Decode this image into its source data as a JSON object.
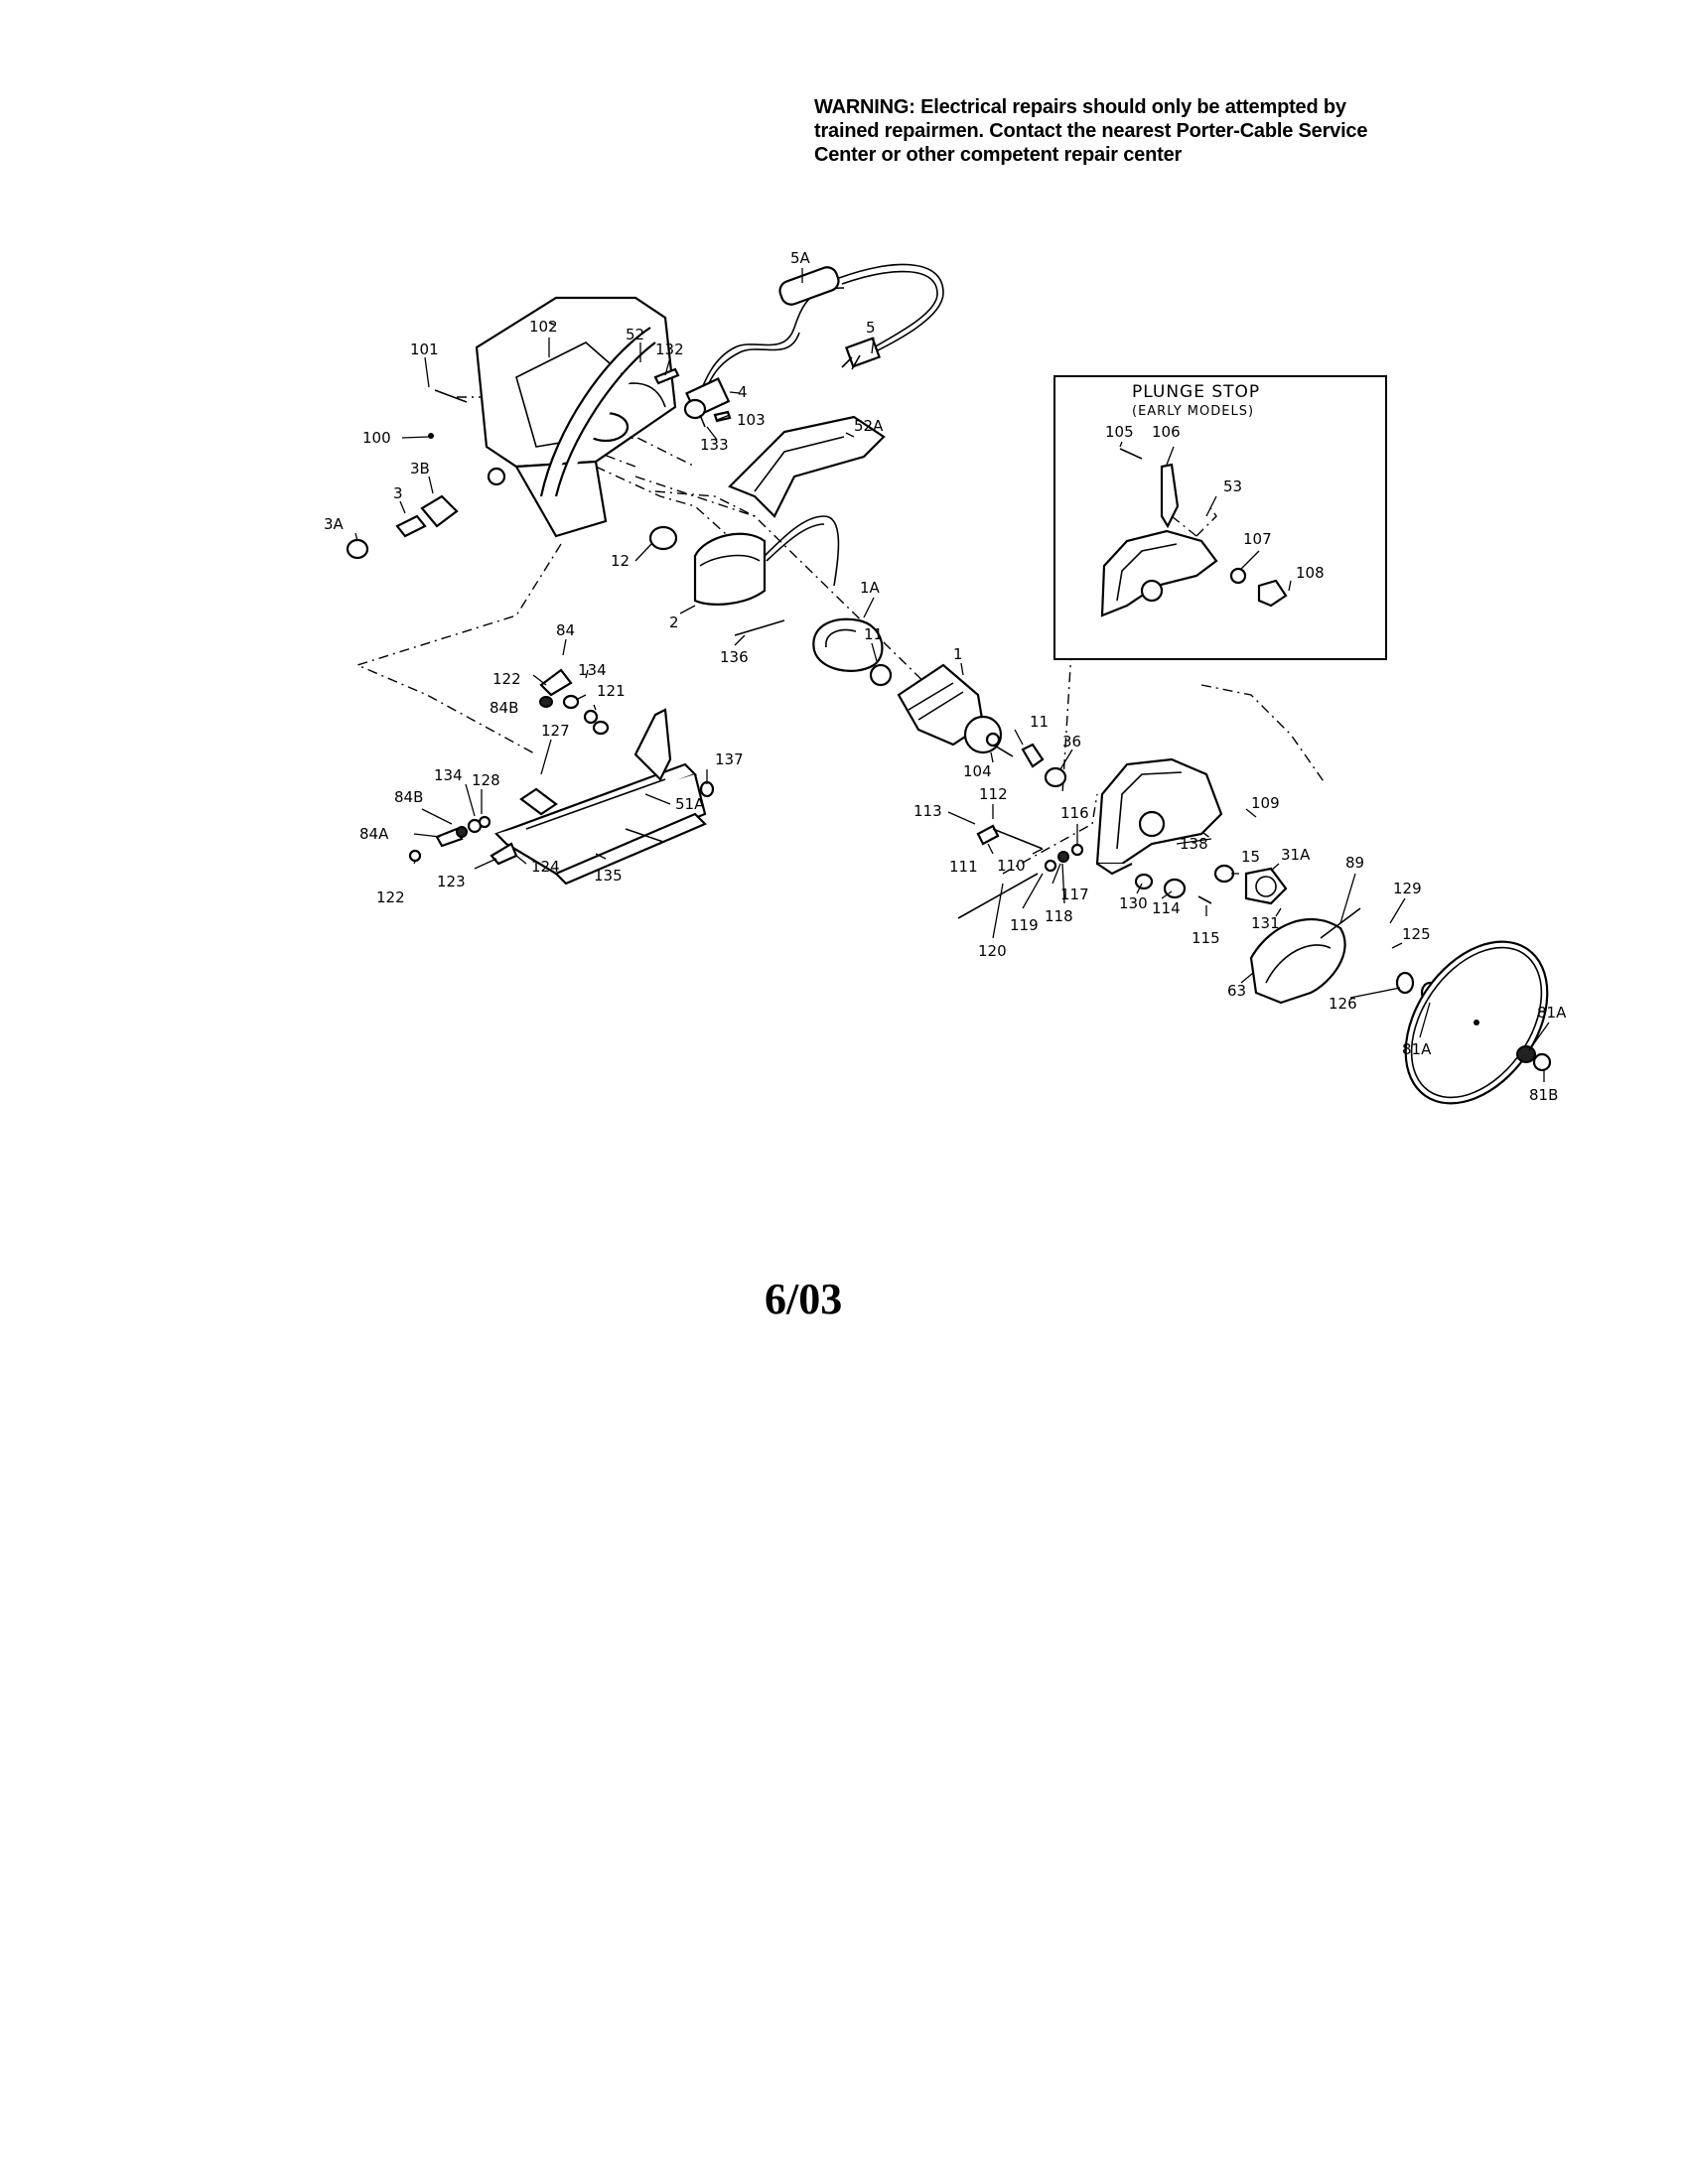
{
  "warning": {
    "lines": [
      "WARNING: Electrical repairs should only be attempted by",
      "trained repairmen. Contact the nearest Porter-Cable Service",
      "Center or other competent repair center"
    ]
  },
  "inset": {
    "title": "PLUNGE STOP",
    "subtitle": "(EARLY MODELS)"
  },
  "part_labels": [
    "5A",
    "5",
    "102",
    "101",
    "52",
    "132",
    "4",
    "103",
    "133",
    "52A",
    "100",
    "3B",
    "3",
    "3A",
    "12",
    "2",
    "1A",
    "11",
    "136",
    "84",
    "134",
    "122",
    "121",
    "84B",
    "1",
    "11",
    "36",
    "104",
    "127",
    "137",
    "51A",
    "134",
    "128",
    "84B",
    "84A",
    "122",
    "123",
    "124",
    "135",
    "113",
    "112",
    "111",
    "110",
    "116",
    "117",
    "118",
    "119",
    "120",
    "138",
    "109",
    "15",
    "31A",
    "89",
    "130",
    "114",
    "115",
    "131",
    "129",
    "125",
    "63",
    "126",
    "81A",
    "81A",
    "81B",
    "105",
    "106",
    "53",
    "107",
    "108"
  ],
  "footer": {
    "date": "6/03"
  }
}
